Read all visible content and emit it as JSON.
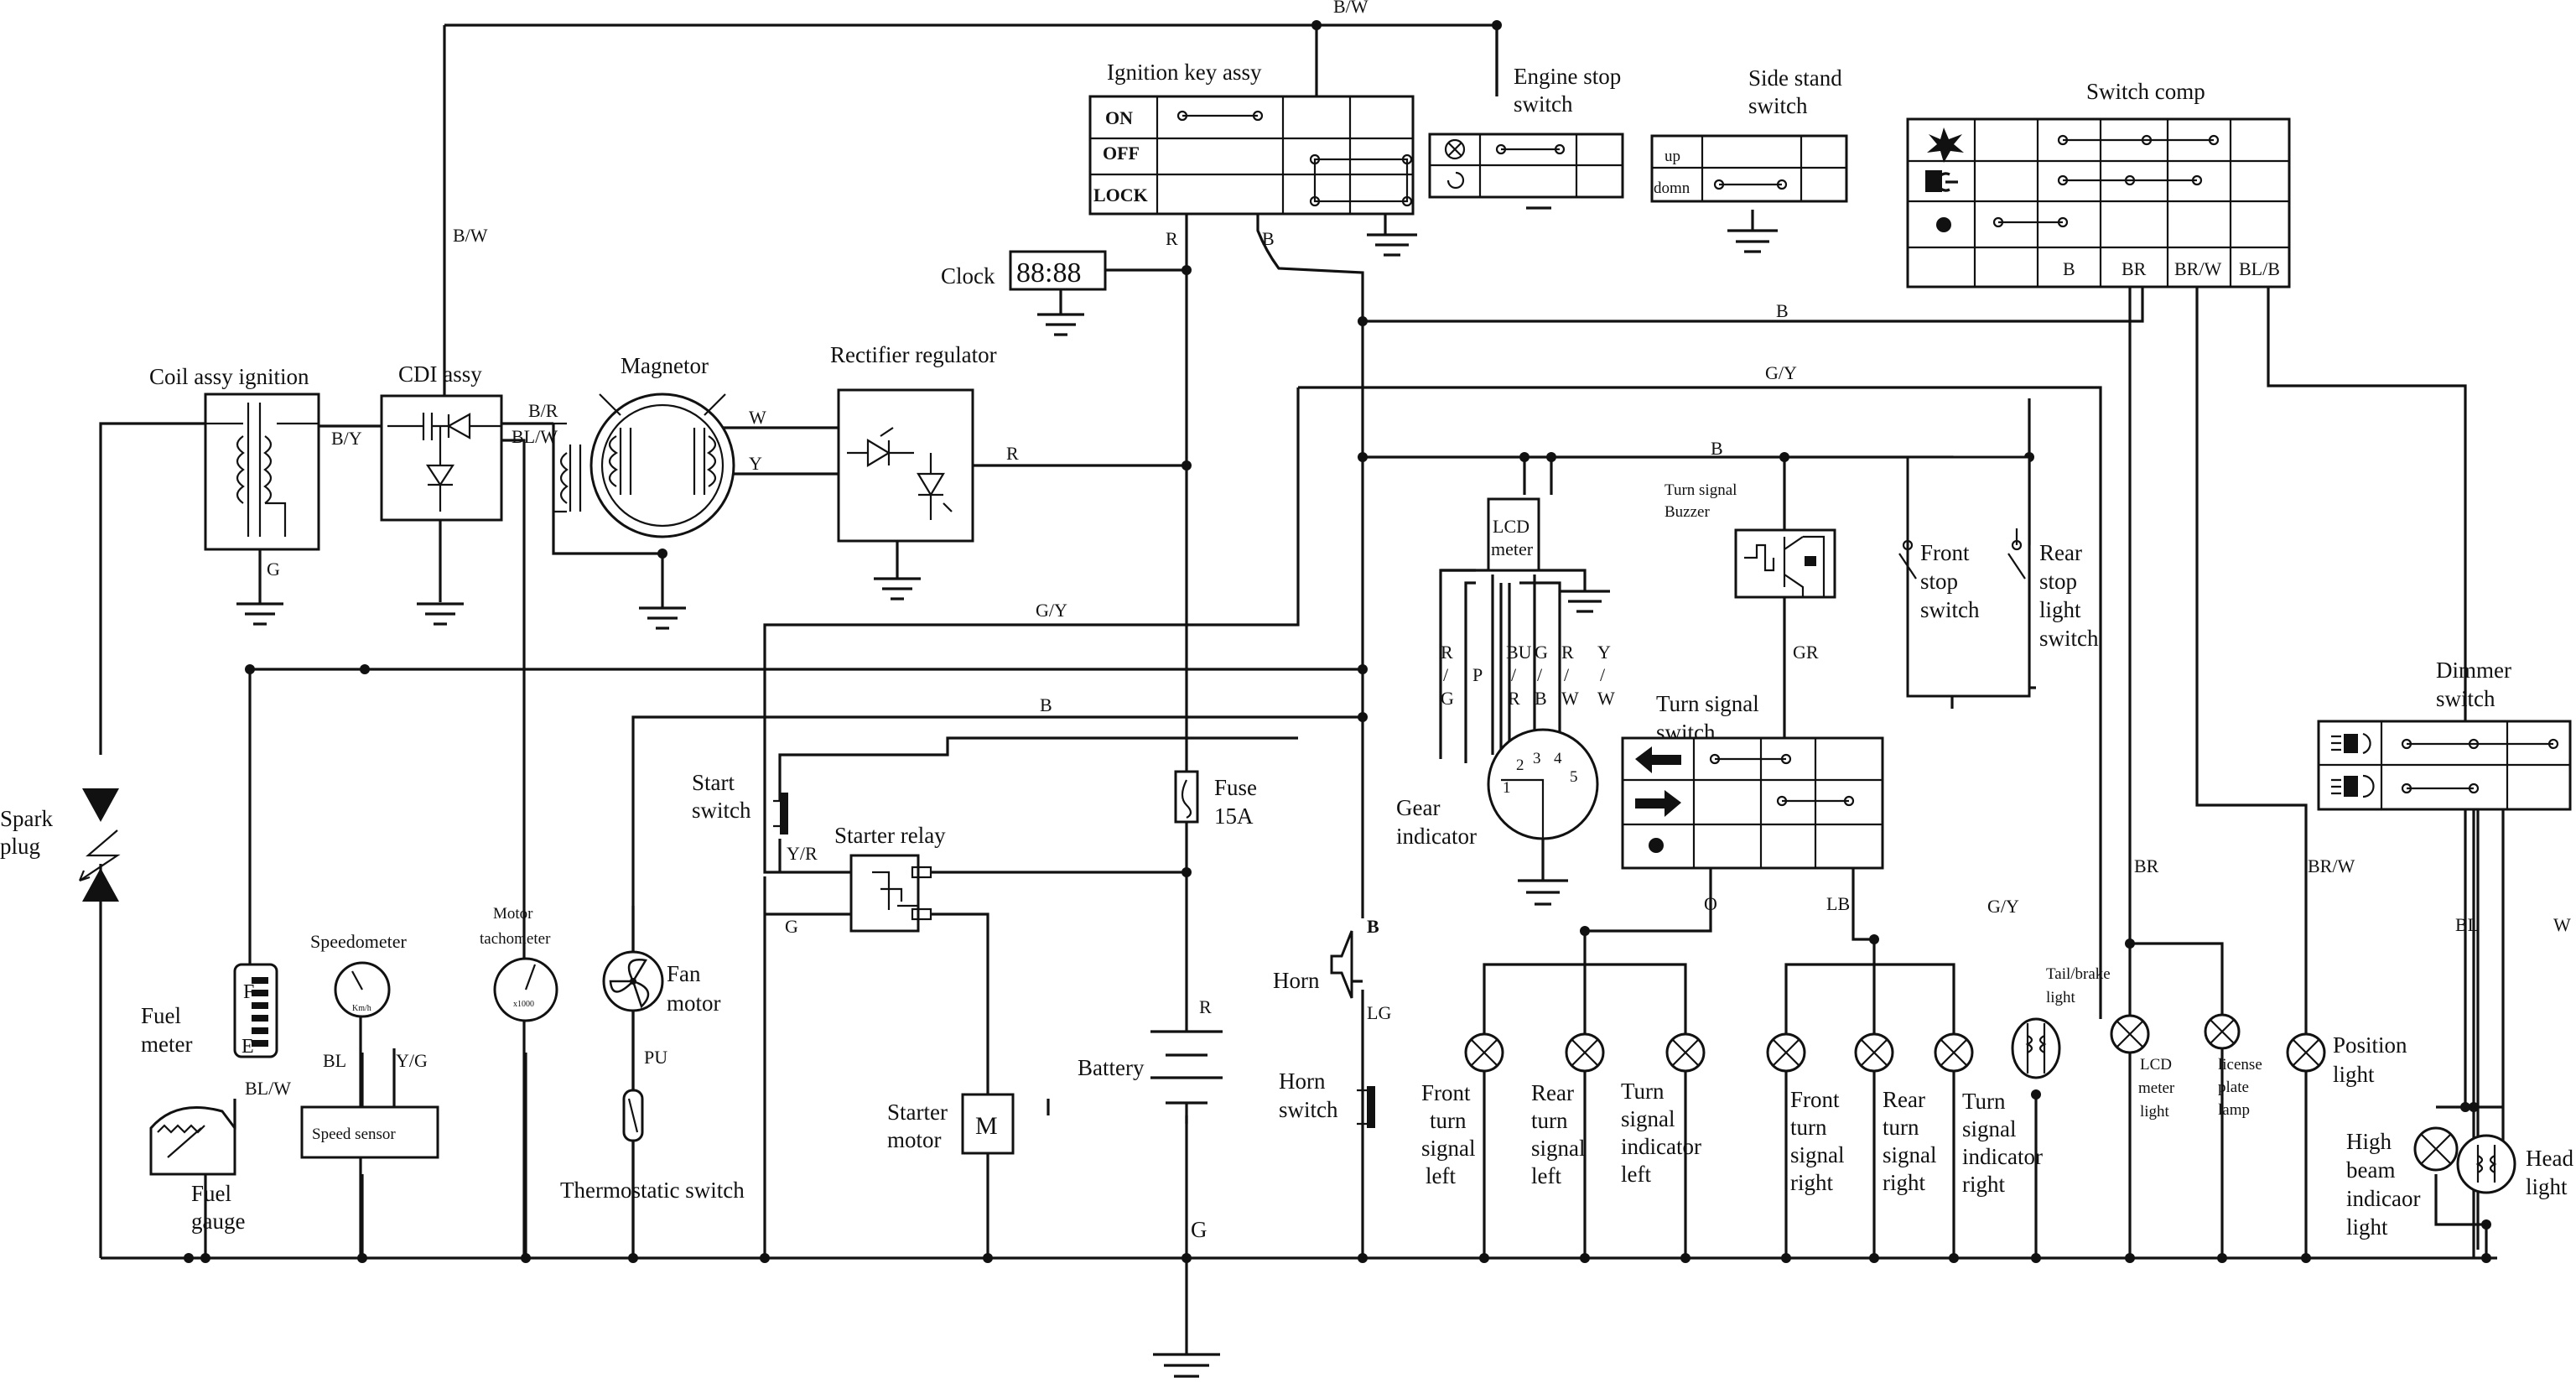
{
  "components": {
    "ignition_key_assy": "Ignition key assy",
    "ignition_positions": [
      "ON",
      "OFF",
      "LOCK"
    ],
    "engine_stop_switch": [
      "Engine stop",
      "switch"
    ],
    "side_stand_switch": [
      "Side stand",
      "switch"
    ],
    "side_stand_positions": [
      "up",
      "domn"
    ],
    "switch_comp": "Switch comp",
    "clock": "Clock",
    "clock_display": "88:88",
    "coil_assy_ignition": "Coil assy ignition",
    "cdi_assy": "CDI assy",
    "magnetor": "Magnetor",
    "rectifier_regulator": "Rectifier regulator",
    "spark_plug": [
      "Spark",
      "plug"
    ],
    "start_switch": [
      "Start",
      "switch"
    ],
    "starter_relay": "Starter relay",
    "starter_motor": [
      "Starter",
      "motor"
    ],
    "starter_motor_symbol": "M",
    "fuse": [
      "Fuse",
      "15A"
    ],
    "battery": "Battery",
    "horn": "Horn",
    "horn_switch": [
      "Horn",
      "switch"
    ],
    "fuel_meter": [
      "Fuel",
      "meter"
    ],
    "fuel_meter_marks": [
      "F",
      "E"
    ],
    "fuel_gauge": [
      "Fuel",
      "gauge"
    ],
    "speedometer": "Speedometer",
    "speedometer_dial": "Km/h",
    "speed_sensor": "Speed sensor",
    "motor_tachometer": [
      "Motor",
      "tachometer"
    ],
    "tachometer_dial": "x1000",
    "fan_motor": [
      "Fan",
      "motor"
    ],
    "thermostatic_switch": "Thermostatic switch",
    "lcd_meter": [
      "LCD",
      "meter"
    ],
    "gear_indicator": [
      "Gear",
      "indicator"
    ],
    "gear_pins": [
      "1",
      "2",
      "3",
      "4",
      "5"
    ],
    "turn_signal_buzzer": [
      "Turn signal",
      "Buzzer"
    ],
    "turn_signal_switch": [
      "Turn signal",
      "switch"
    ],
    "front_stop_switch": [
      "Front",
      "stop",
      "switch"
    ],
    "rear_stop_light_switch": [
      "Rear",
      "stop",
      "light",
      "switch"
    ],
    "dimmer_switch": [
      "Dimmer",
      "switch"
    ],
    "front_turn_signal_left": [
      "Front",
      "turn",
      "signal",
      "left"
    ],
    "rear_turn_signal_left": [
      "Rear",
      "turn",
      "signal",
      "left"
    ],
    "turn_signal_indicator_left": [
      "Turn",
      "signal",
      "indicator",
      "left"
    ],
    "front_turn_signal_right": [
      "Front",
      "turn",
      "signal",
      "right"
    ],
    "rear_turn_signal_right": [
      "Rear",
      "turn",
      "signal",
      "right"
    ],
    "turn_signal_indicator_right": [
      "Turn",
      "signal",
      "indicator",
      "right"
    ],
    "tail_brake_light": [
      "Tail/brake",
      "light"
    ],
    "lcd_meter_light": [
      "LCD",
      "meter",
      "light"
    ],
    "license_plate_lamp": [
      "license",
      "plate",
      "lamp"
    ],
    "position_light": [
      "Position",
      "light"
    ],
    "high_beam_indicator_light": [
      "High",
      "beam",
      "indicaor",
      "light"
    ],
    "head_light": [
      "Head",
      "light"
    ]
  },
  "wires": {
    "top_bw": "B/W",
    "cdi_bw": "B/W",
    "coil_by": "B/Y",
    "coil_g": "G",
    "mag_br": "B/R",
    "mag_blw": "BL/W",
    "mag_w": "W",
    "mag_y": "Y",
    "rect_r": "R",
    "key_r": "R",
    "key_b": "B",
    "main_b": "B",
    "gy_top": "G/Y",
    "b_mid": "B",
    "gy_left": "G/Y",
    "b_left": "B",
    "relay_yr": "Y/R",
    "relay_g": "G",
    "battery_r": "R",
    "ground_g": "G",
    "horn_b": "B",
    "horn_lg": "LG",
    "fuel_blw": "BL/W",
    "speed_bl": "BL",
    "speed_yg": "Y/G",
    "fan_pu": "PU",
    "turn_gr": "GR",
    "turn_o": "O",
    "turn_lb": "LB",
    "stop_gy": "G/Y",
    "sw_br": "BR",
    "sw_brw": "BR/W",
    "sw_blb": "BL/B",
    "sw_b": "B",
    "right_br": "BR",
    "right_brw": "BR/W",
    "dim_bl": "BL",
    "dim_w": "W",
    "gear_wires": [
      "R",
      "/",
      "G",
      "P",
      "BU",
      "/",
      "R",
      "G",
      "/",
      "B",
      "R",
      "/",
      "W",
      "Y",
      "/",
      "W"
    ]
  }
}
